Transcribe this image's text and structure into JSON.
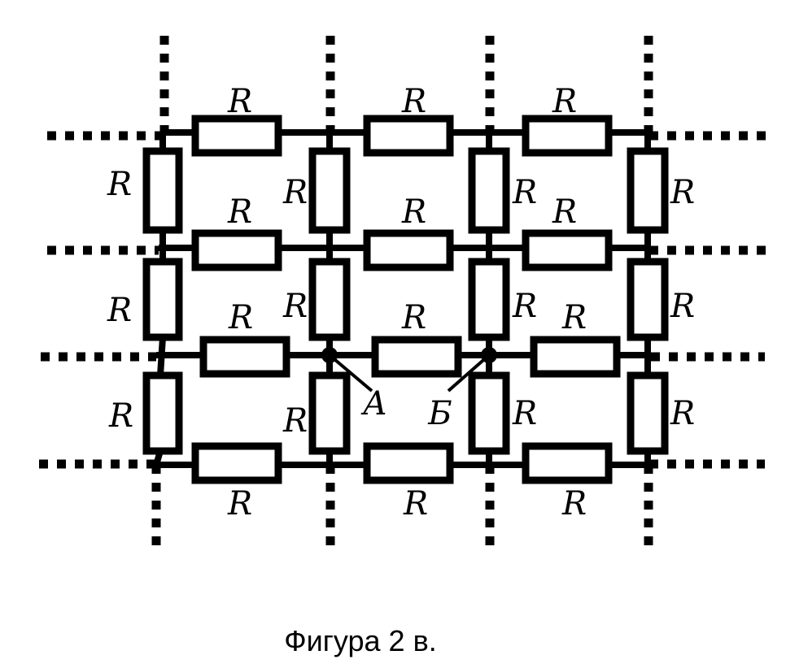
{
  "resistor_label": "R",
  "node_a_label": "А",
  "node_b_label": "Б",
  "caption": "Фигура 2 в.",
  "colors": {
    "wire": "#000000",
    "background": "#ffffff"
  }
}
